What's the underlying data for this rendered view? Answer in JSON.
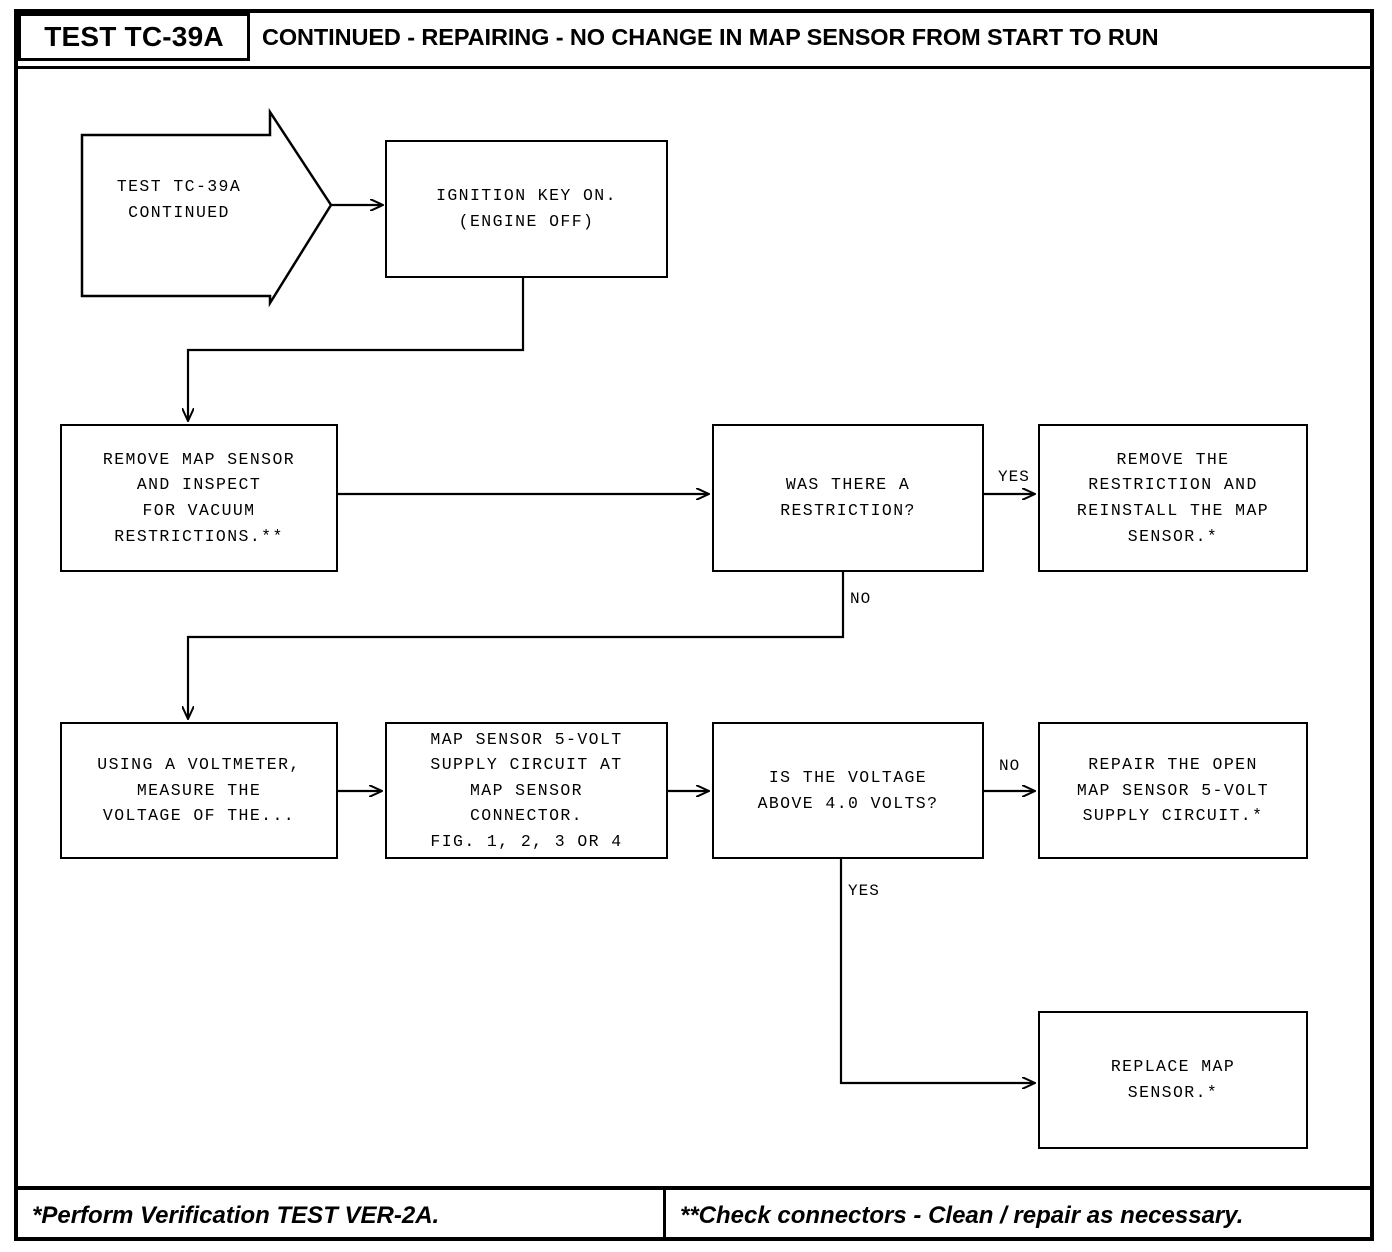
{
  "header": {
    "test_id": "TEST TC-39A",
    "title": "CONTINUED - REPAIRING - NO CHANGE IN MAP SENSOR FROM START TO RUN"
  },
  "flowchart": {
    "nodes": [
      {
        "id": "start",
        "label": "TEST TC-39A\nCONTINUED"
      },
      {
        "id": "ignition",
        "label": "IGNITION KEY ON.\n(ENGINE OFF)"
      },
      {
        "id": "remove-sensor",
        "label": "REMOVE MAP SENSOR\nAND INSPECT\nFOR VACUUM\nRESTRICTIONS.**"
      },
      {
        "id": "restriction-q",
        "label": "WAS THERE A\nRESTRICTION?"
      },
      {
        "id": "remove-restriction",
        "label": "REMOVE THE\nRESTRICTION AND\nREINSTALL THE MAP\nSENSOR.*"
      },
      {
        "id": "voltmeter",
        "label": "USING A VOLTMETER,\nMEASURE THE\nVOLTAGE OF THE..."
      },
      {
        "id": "supply-circuit",
        "label": "MAP SENSOR 5-VOLT\nSUPPLY CIRCUIT AT\nMAP SENSOR\nCONNECTOR.\nFIG. 1, 2, 3 OR 4"
      },
      {
        "id": "voltage-q",
        "label": "IS THE VOLTAGE\nABOVE 4.0 VOLTS?"
      },
      {
        "id": "repair-open",
        "label": "REPAIR THE OPEN\nMAP SENSOR 5-VOLT\nSUPPLY CIRCUIT.*"
      },
      {
        "id": "replace-sensor",
        "label": "REPLACE MAP\nSENSOR.*"
      }
    ],
    "edge_labels": {
      "restriction_yes": "YES",
      "restriction_no": "NO",
      "voltage_no": "NO",
      "voltage_yes": "YES"
    }
  },
  "footer": {
    "note_left": "*Perform Verification TEST VER-2A.",
    "note_right": "**Check connectors - Clean / repair as necessary."
  },
  "colors": {
    "ink": "#000000",
    "paper": "#ffffff"
  }
}
